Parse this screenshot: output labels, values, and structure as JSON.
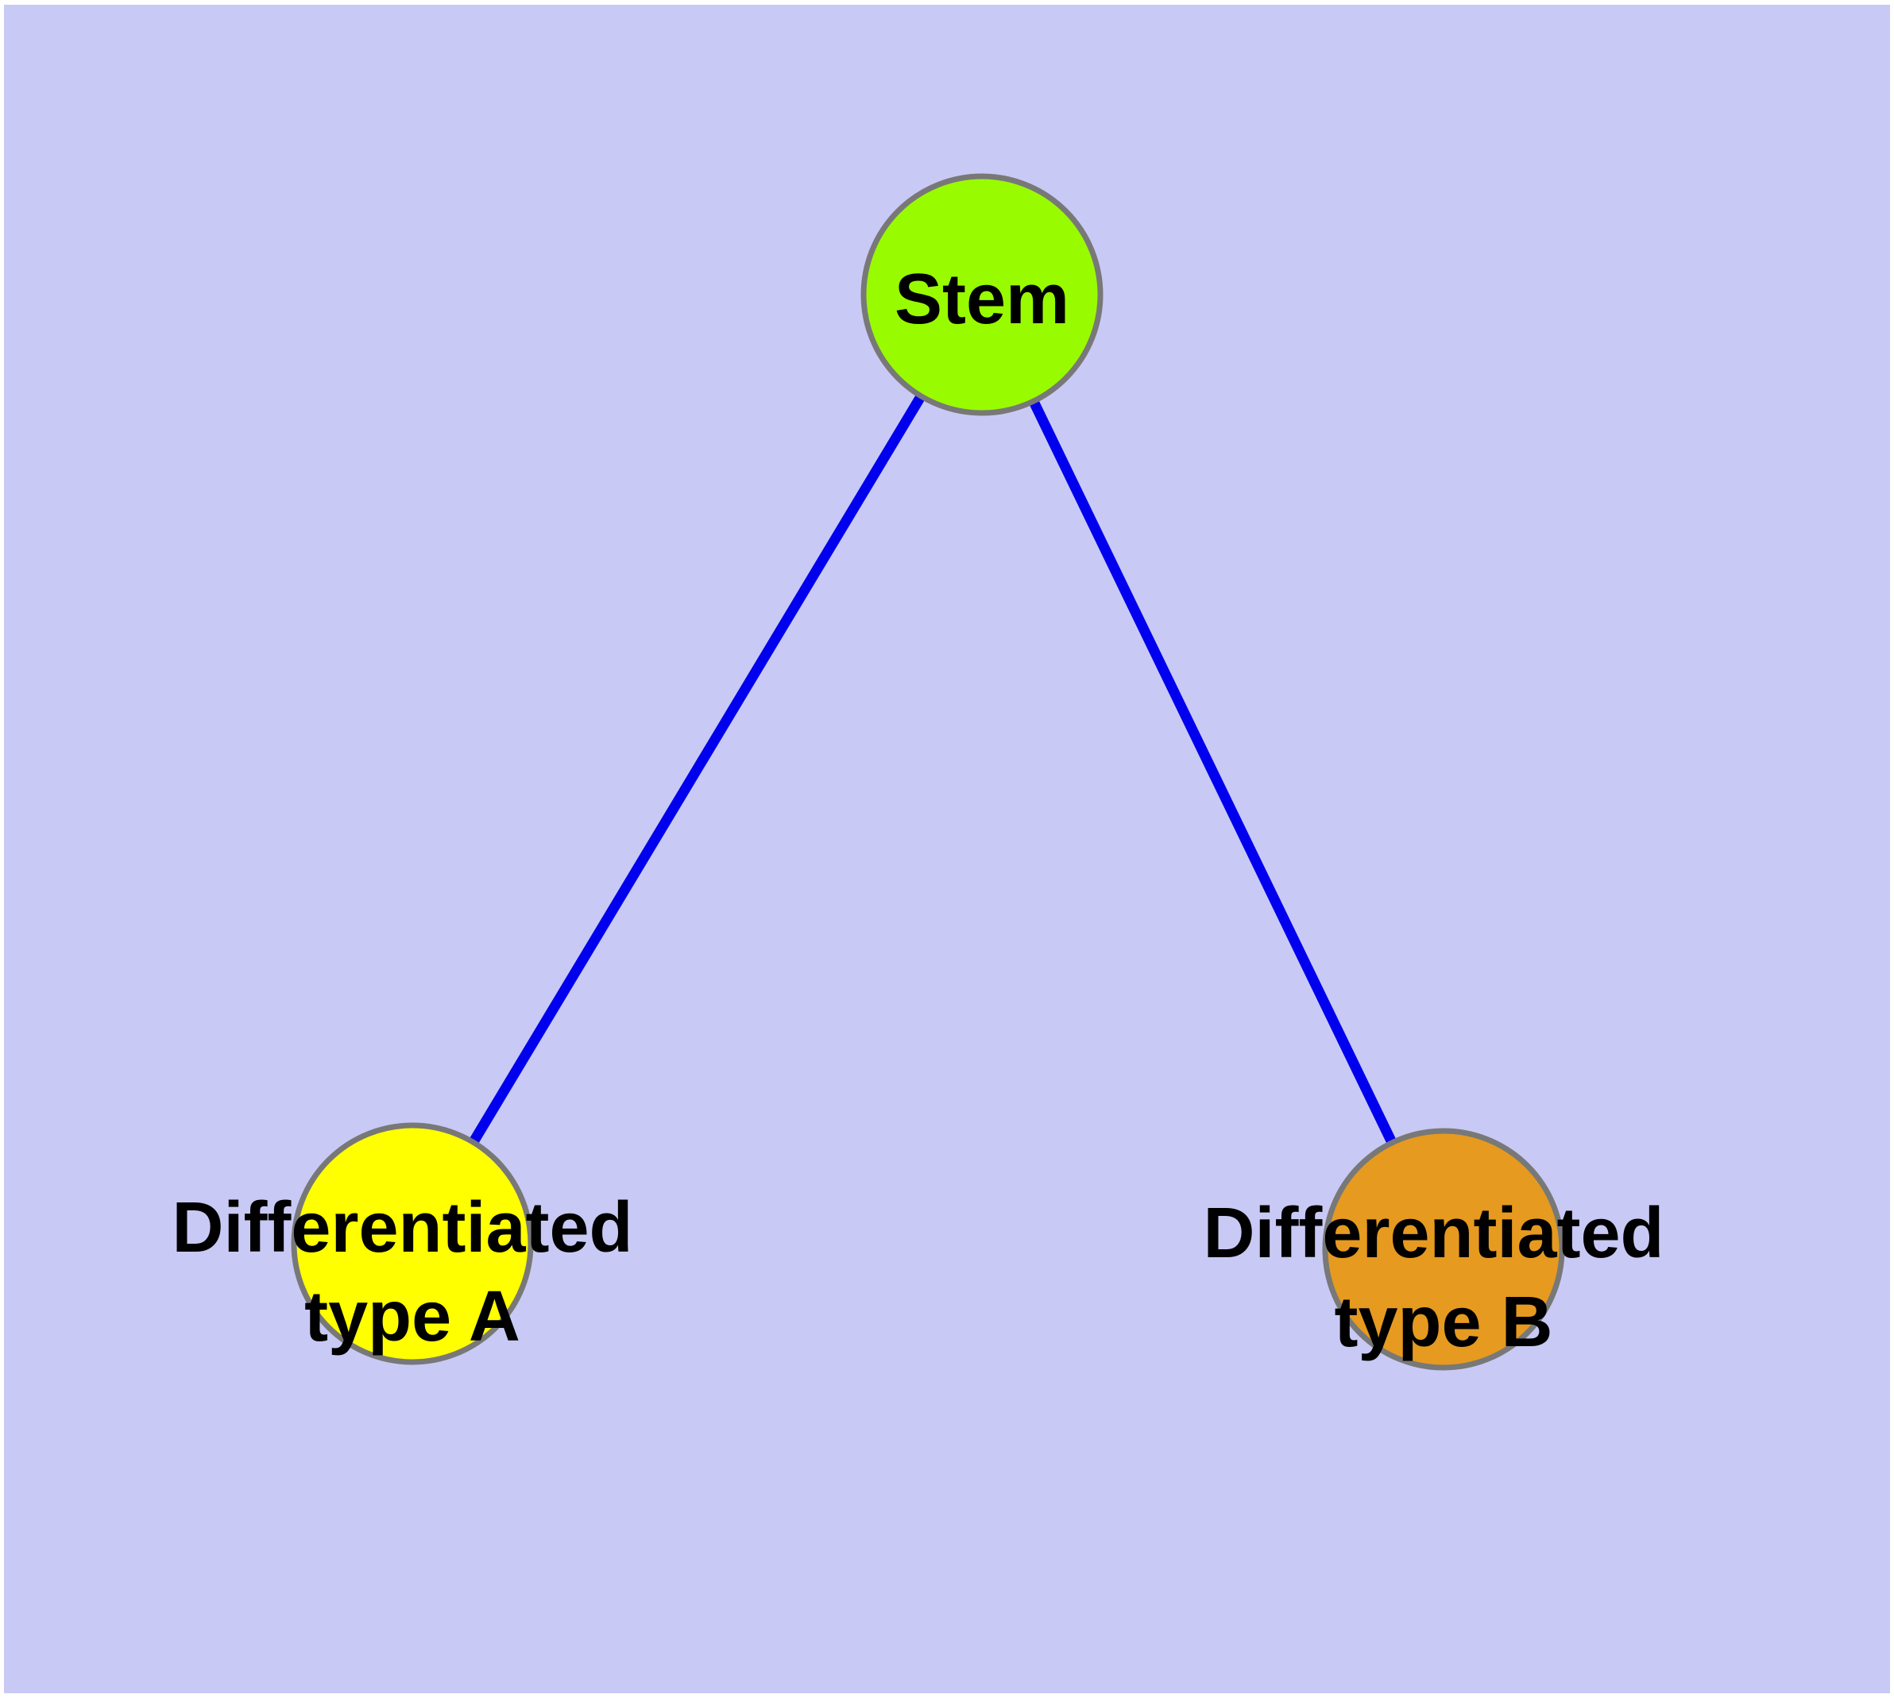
{
  "figure": {
    "background_color": "#c9c9f5",
    "frame_color": "#ffffff",
    "text_color": "#000000"
  },
  "edges": {
    "color": "#0000ee",
    "list": [
      {
        "from": "stem",
        "to": "type_a"
      },
      {
        "from": "stem",
        "to": "type_b"
      }
    ]
  },
  "nodes": {
    "stem": {
      "label": "Stem",
      "fill": "#99fb00",
      "stroke": "#787878"
    },
    "type_a": {
      "label_line1": "Differentiated",
      "label_line2": "type A",
      "fill": "#ffff00",
      "stroke": "#787878"
    },
    "type_b": {
      "label_line1": "Differentiated",
      "label_line2": "type B",
      "fill": "#e69a1f",
      "stroke": "#787878"
    }
  }
}
